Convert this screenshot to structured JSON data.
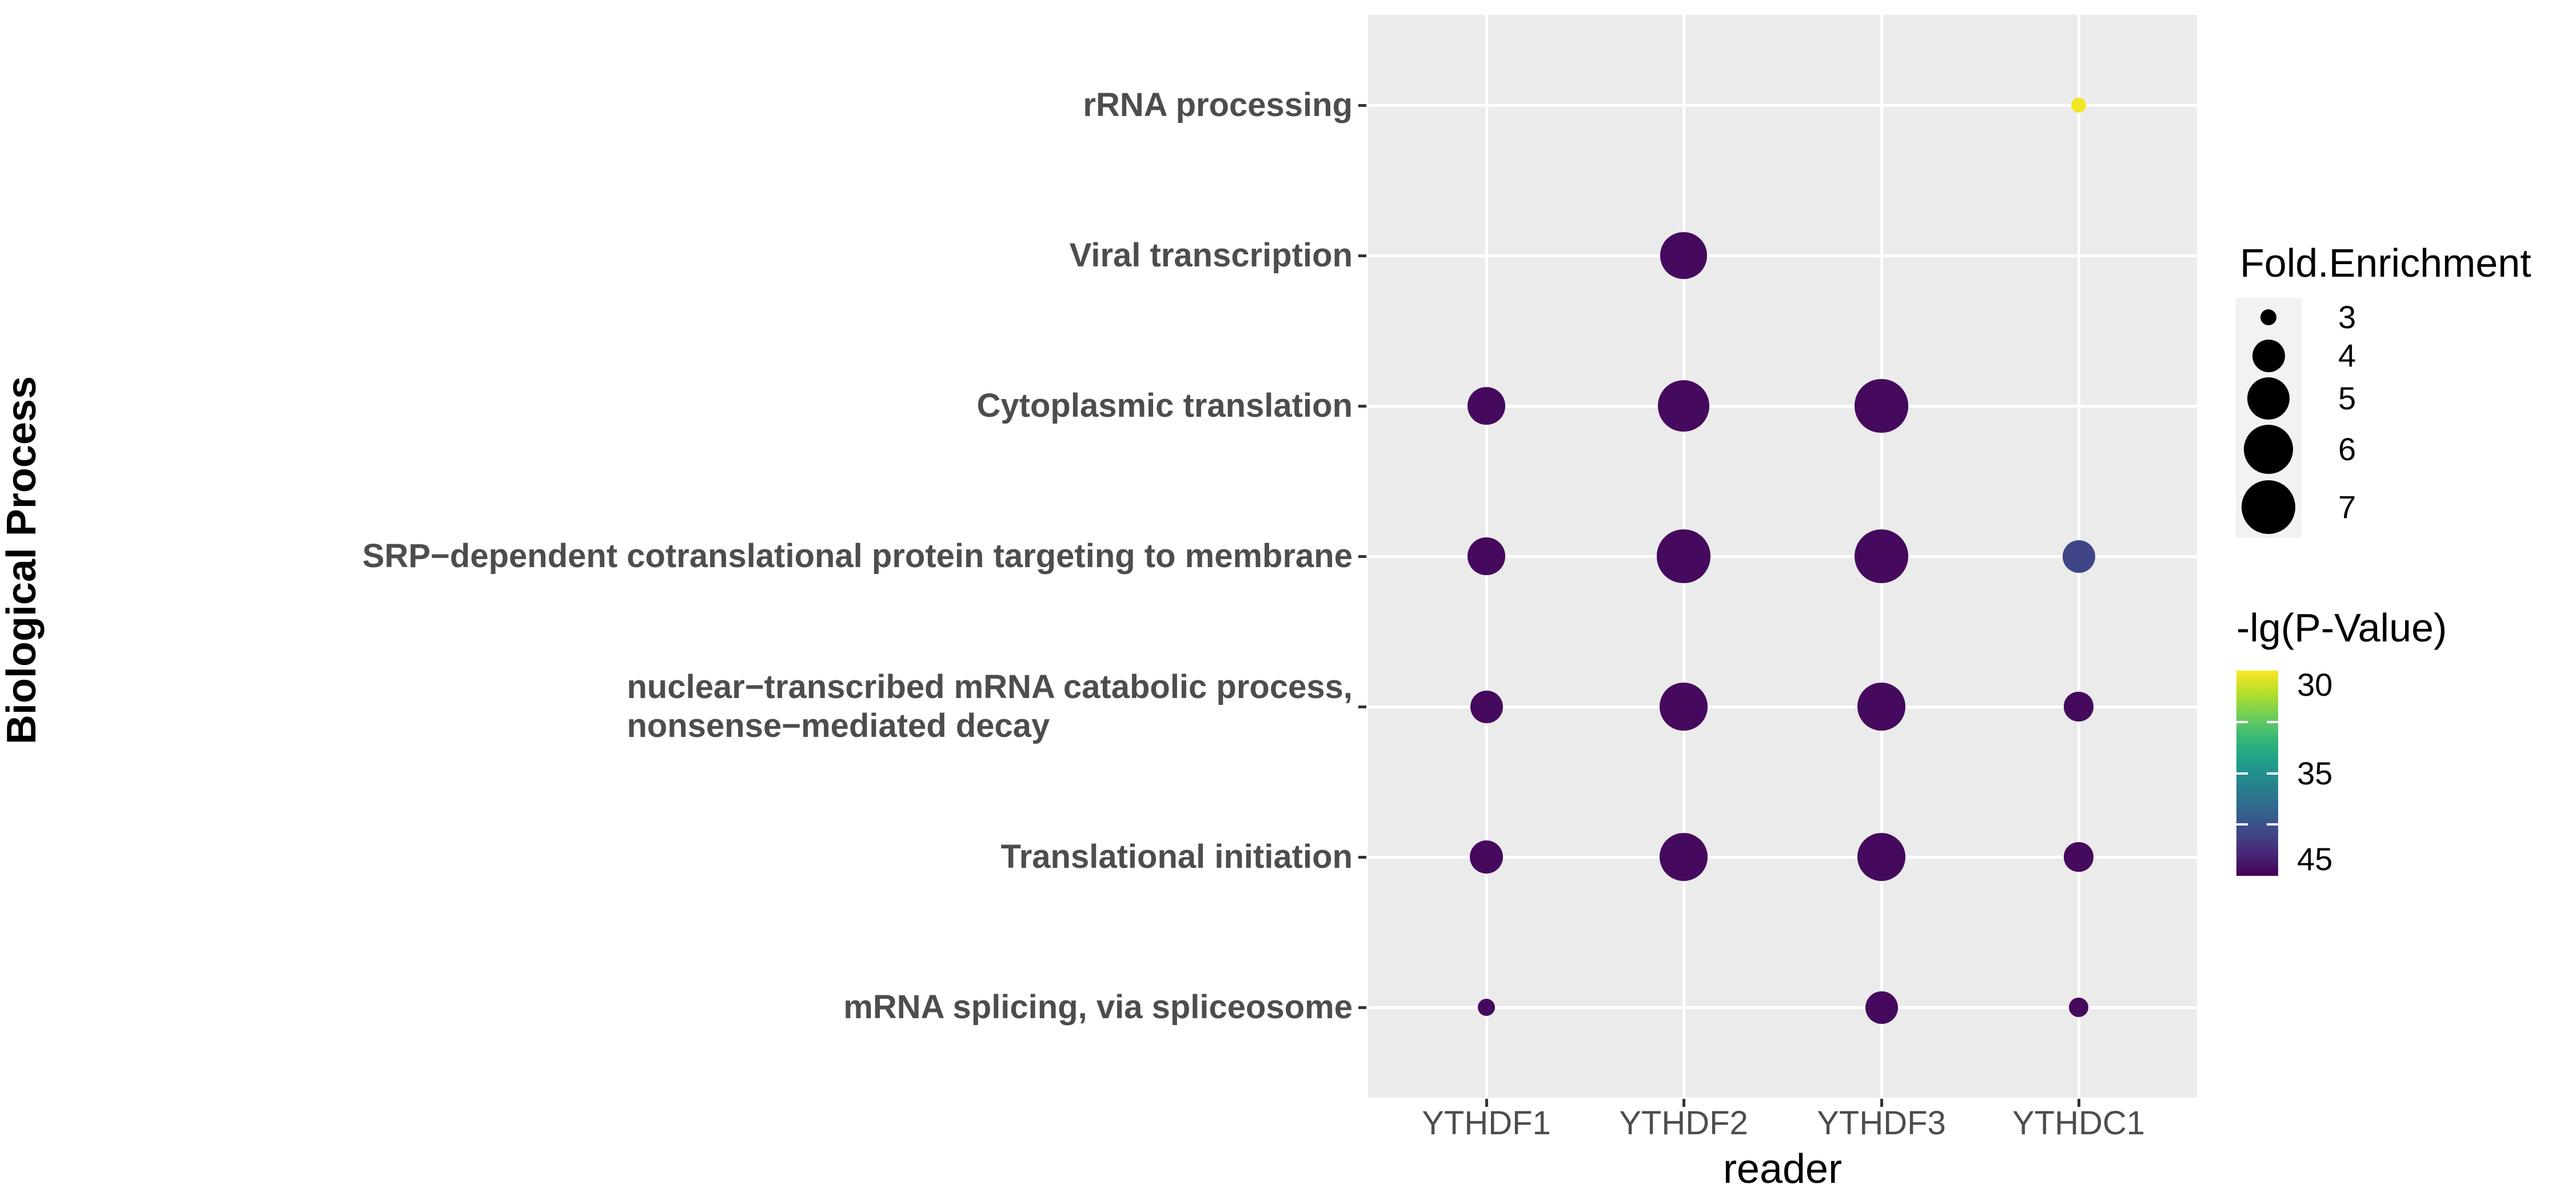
{
  "chart_data": {
    "type": "bubble",
    "xlabel": "reader",
    "ylabel": "Biological Process",
    "x_categories": [
      "YTHDF1",
      "YTHDF2",
      "YTHDF3",
      "YTHDC1"
    ],
    "y_categories": [
      "rRNA processing",
      "Viral transcription",
      "Cytoplasmic translation",
      "SRP−dependent cotranslational protein targeting to membrane",
      "nuclear−transcribed mRNA catabolic process,\nnonsense−mediated decay",
      "Translational initiation",
      "mRNA splicing, via spliceosome"
    ],
    "points": [
      {
        "reader": "YTHDC1",
        "process_index": 0,
        "fold_enrichment": 2.9,
        "neg_lg_pvalue": 28.5
      },
      {
        "reader": "YTHDF2",
        "process_index": 1,
        "fold_enrichment": 5.6,
        "neg_lg_pvalue": 46
      },
      {
        "reader": "YTHDF1",
        "process_index": 2,
        "fold_enrichment": 4.5,
        "neg_lg_pvalue": 46
      },
      {
        "reader": "YTHDF2",
        "process_index": 2,
        "fold_enrichment": 6.6,
        "neg_lg_pvalue": 46
      },
      {
        "reader": "YTHDF3",
        "process_index": 2,
        "fold_enrichment": 6.9,
        "neg_lg_pvalue": 46
      },
      {
        "reader": "YTHDF1",
        "process_index": 3,
        "fold_enrichment": 4.5,
        "neg_lg_pvalue": 46
      },
      {
        "reader": "YTHDF2",
        "process_index": 3,
        "fold_enrichment": 6.9,
        "neg_lg_pvalue": 46
      },
      {
        "reader": "YTHDF3",
        "process_index": 3,
        "fold_enrichment": 7.1,
        "neg_lg_pvalue": 46
      },
      {
        "reader": "YTHDC1",
        "process_index": 3,
        "fold_enrichment": 4.0,
        "neg_lg_pvalue": 42
      },
      {
        "reader": "YTHDF1",
        "process_index": 4,
        "fold_enrichment": 4.0,
        "neg_lg_pvalue": 46
      },
      {
        "reader": "YTHDF2",
        "process_index": 4,
        "fold_enrichment": 5.8,
        "neg_lg_pvalue": 46
      },
      {
        "reader": "YTHDF3",
        "process_index": 4,
        "fold_enrichment": 5.9,
        "neg_lg_pvalue": 46
      },
      {
        "reader": "YTHDC1",
        "process_index": 4,
        "fold_enrichment": 3.8,
        "neg_lg_pvalue": 46
      },
      {
        "reader": "YTHDF1",
        "process_index": 5,
        "fold_enrichment": 4.1,
        "neg_lg_pvalue": 46
      },
      {
        "reader": "YTHDF2",
        "process_index": 5,
        "fold_enrichment": 5.9,
        "neg_lg_pvalue": 46
      },
      {
        "reader": "YTHDF3",
        "process_index": 5,
        "fold_enrichment": 5.9,
        "neg_lg_pvalue": 46
      },
      {
        "reader": "YTHDC1",
        "process_index": 5,
        "fold_enrichment": 3.8,
        "neg_lg_pvalue": 46
      },
      {
        "reader": "YTHDF1",
        "process_index": 6,
        "fold_enrichment": 3.1,
        "neg_lg_pvalue": 46
      },
      {
        "reader": "YTHDF3",
        "process_index": 6,
        "fold_enrichment": 4.0,
        "neg_lg_pvalue": 46
      },
      {
        "reader": "YTHDC1",
        "process_index": 6,
        "fold_enrichment": 3.2,
        "neg_lg_pvalue": 46
      }
    ],
    "size_legend": {
      "title": "Fold.Enrichment",
      "breaks": [
        3,
        4,
        5,
        6,
        7
      ]
    },
    "color_legend": {
      "title": "-lg(P-Value)",
      "tick_labels": [
        30,
        35,
        45
      ],
      "palette": "viridis-reversed",
      "stops": [
        "#FDE725",
        "#B4DE2C",
        "#6DCD59",
        "#35B779",
        "#1F9E89",
        "#26828E",
        "#31688E",
        "#3E4A89",
        "#482878",
        "#440154"
      ]
    },
    "layout_hints": {
      "grid": "major-only",
      "legend_position": "right"
    },
    "colors": {
      "panel_bg": "#EBEBEB",
      "gridline": "#FFFFFF",
      "legend_key_bg": "#F2F2F2",
      "axis_text": "#4D4D4D",
      "tick_mark": "#333333",
      "title_text": "#000000",
      "dot_dark_purple": "#450A5D",
      "dot_blue": "#3F4587",
      "dot_yellow": "#F9E623"
    }
  }
}
